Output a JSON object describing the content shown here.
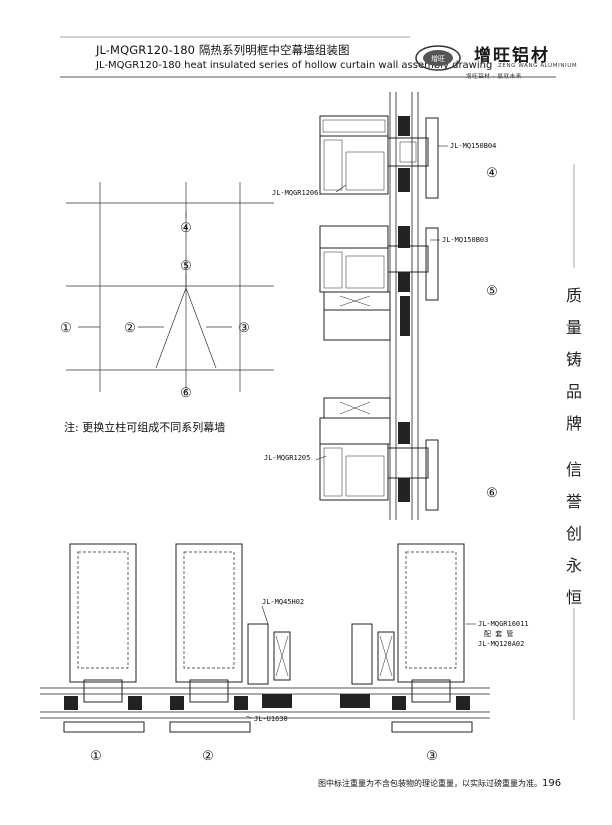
{
  "header": {
    "title_cn": "JL-MQGR120-180 隔热系列明框中空幕墙组装图",
    "title_en": "JL-MQGR120-180 heat insulated series of hollow curtain wall assembly drawing",
    "logo_mark": "增旺",
    "brand_name": "增旺铝材",
    "brand_en": "ZENG WANG ALUMINIUM",
    "brand_slogan": "增旺铝材 · 赢就未来"
  },
  "grid": {
    "markers": [
      "①",
      "②",
      "③",
      "④",
      "⑤",
      "⑥"
    ]
  },
  "note": "注: 更换立柱可组成不同系列幕墙",
  "sections": {
    "top_markers": [
      "④",
      "⑤",
      "⑥"
    ],
    "bottom_markers": [
      "①",
      "②",
      "③"
    ],
    "labels": {
      "b04": "JL-MQ150B04",
      "gr1206": "JL-MQGR1206",
      "b03": "JL-MQ150B03",
      "gr1205": "JL-MQGR1205",
      "h02": "JL-MQ45H02",
      "u1630": "JL-U1630",
      "gr16011": "JL-MQGR16011",
      "peitao": "配 套 管",
      "a02": "JL-MQ120A02"
    }
  },
  "sidebar": {
    "slogan_chars": [
      "质",
      "量",
      "铸",
      "品",
      "牌",
      "信",
      "誉",
      "创",
      "永",
      "恒"
    ]
  },
  "footer": {
    "text": "图中标注重量为不含包装物的理论重量，以实际过磅重量为准。",
    "page_number": "196"
  }
}
